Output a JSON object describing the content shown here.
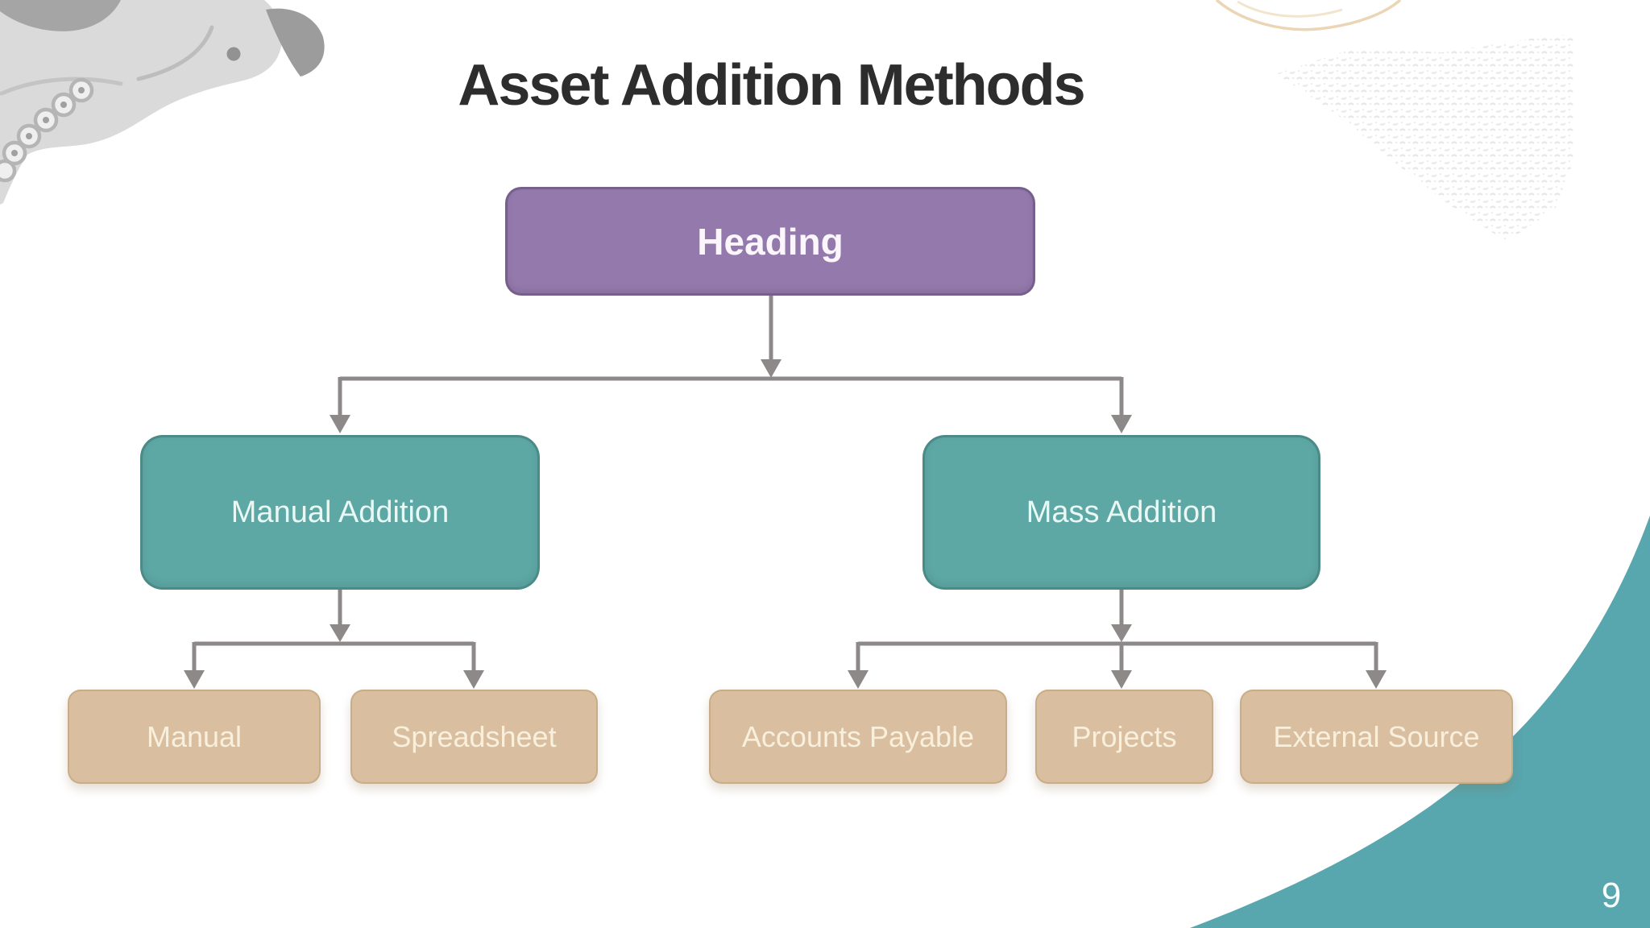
{
  "slide": {
    "title": "Asset Addition Methods",
    "page_number": "9"
  },
  "flowchart": {
    "root": {
      "label": "Heading"
    },
    "branches": [
      {
        "label": "Manual Addition",
        "children": [
          {
            "label": "Manual"
          },
          {
            "label": "Spreadsheet"
          }
        ]
      },
      {
        "label": "Mass Addition",
        "children": [
          {
            "label": "Accounts Payable"
          },
          {
            "label": "Projects"
          },
          {
            "label": "External Source"
          }
        ]
      }
    ]
  },
  "colors": {
    "background": "#ffffff",
    "title_text": "#2d2d2d",
    "root_fill": "#9479ac",
    "branch_fill": "#5da7a4",
    "leaf_fill": "#d9bf9f",
    "connector": "#8d8989",
    "corner_accent": "#58a6ae",
    "node_text": "#f8f4ef"
  },
  "decorations": {
    "top_left": "gray-bird-illustration",
    "top_right": "light-stipple-texture",
    "top_center_right": "tan-outline-doodle",
    "bottom_right": "teal-corner-curve"
  }
}
